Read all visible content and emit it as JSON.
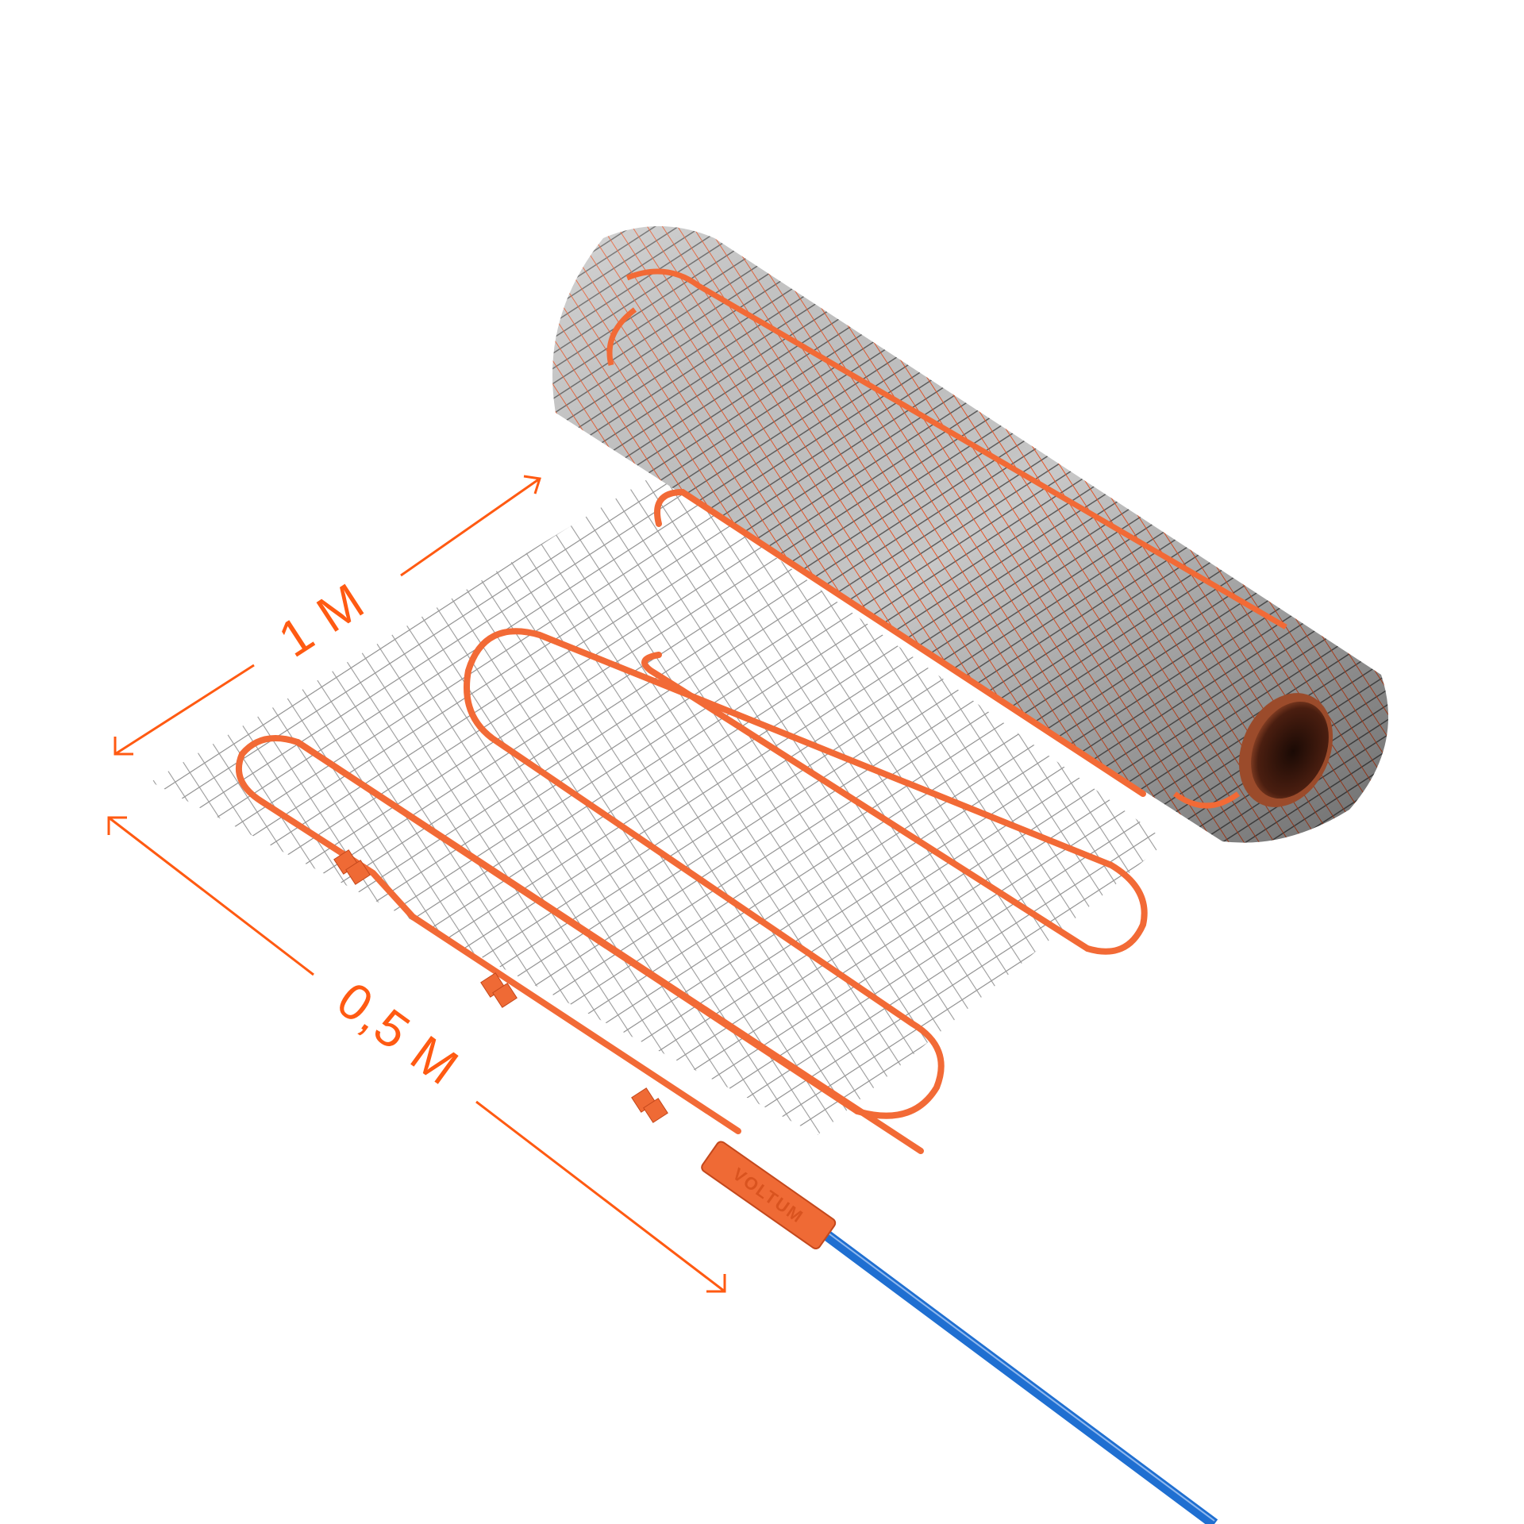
{
  "product": {
    "type": "heating-mat-roll",
    "brand_label": "VOLTUM"
  },
  "dimensions": {
    "length_label": "1 M",
    "width_label": "0,5 M"
  },
  "colors": {
    "background": "#ffffff",
    "accent_orange": "#ff5a12",
    "heating_cable": "#f26a36",
    "mesh": "#8a8a8a",
    "roll_core": "#7a3a22",
    "power_cable": "#1f6fd1"
  }
}
